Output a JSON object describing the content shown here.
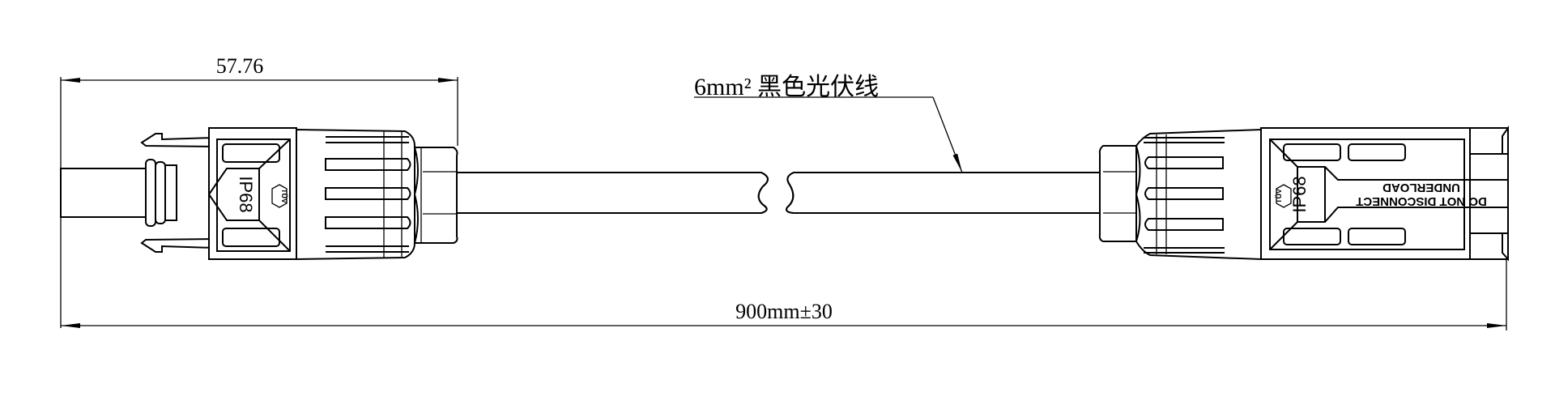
{
  "dimensions": {
    "connector_length": "57.76",
    "total_length": "900mm±30"
  },
  "cable_label": "6mm² 黑色光伏线",
  "left_connector": {
    "rating": "IP68",
    "cert_logo": "TÜV"
  },
  "right_connector": {
    "rating": "IP68",
    "cert_logo": "TÜV",
    "warning_line1": "DO NOT DISCONNECT",
    "warning_line2": "UNDERLOAD"
  }
}
